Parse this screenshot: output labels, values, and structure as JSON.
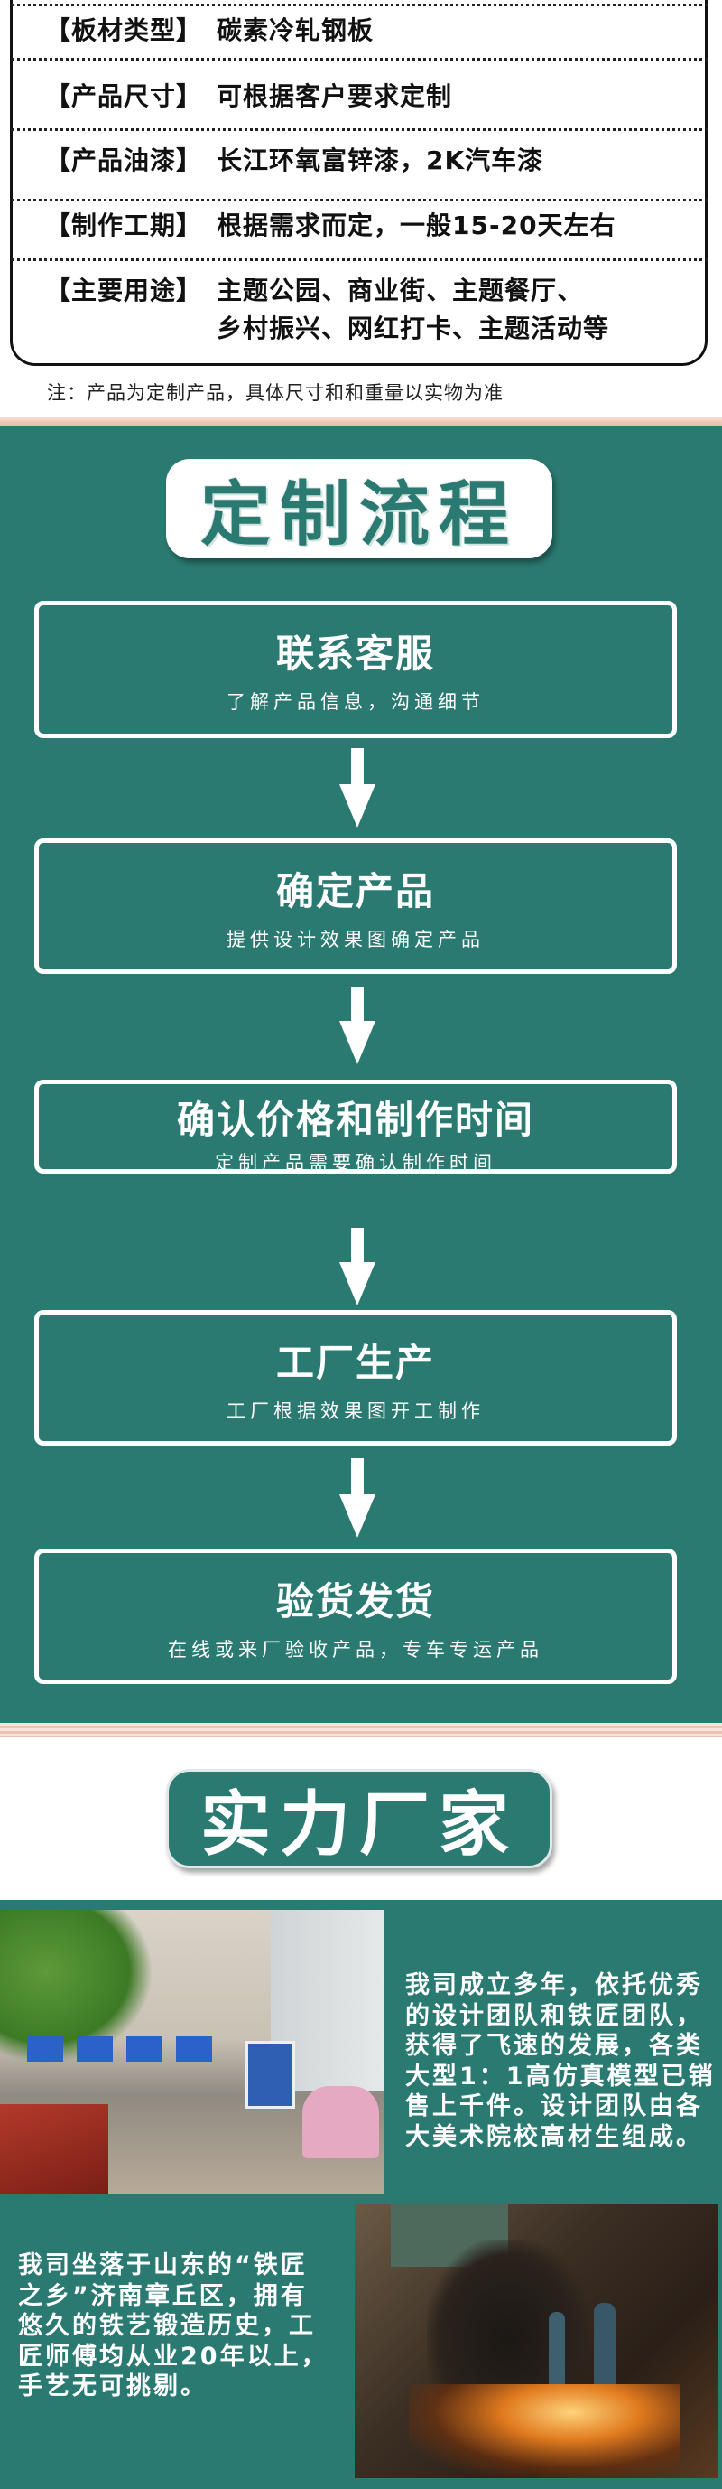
{
  "spec_table": {
    "rows": [
      {
        "label": "【板材类型】",
        "value": "碳素冷轧钢板"
      },
      {
        "label": "【产品尺寸】",
        "value": "可根据客户要求定制"
      },
      {
        "label": "【产品油漆】",
        "value": "长江环氧富锌漆，2K汽车漆"
      },
      {
        "label": "【制作工期】",
        "value": "根据需求而定，一般15-20天左右"
      },
      {
        "label": "【主要用途】",
        "value": "主题公园、商业街、主题餐厅、",
        "value2": "乡村振兴、网红打卡、主题活动等"
      }
    ],
    "note": "注：产品为定制产品，具体尺寸和和重量以实物为准"
  },
  "process": {
    "title": "定制流程",
    "steps": [
      {
        "title": "联系客服",
        "desc": "了解产品信息，沟通细节"
      },
      {
        "title": "确定产品",
        "desc": "提供设计效果图确定产品"
      },
      {
        "title": "确认价格和制作时间",
        "desc": "定制产品需要确认制作时间"
      },
      {
        "title": "工厂生产",
        "desc": "工厂根据效果图开工制作"
      },
      {
        "title": "验货发货",
        "desc": "在线或来厂验收产品，专车专运产品"
      }
    ]
  },
  "factory": {
    "title": "实力厂家",
    "para1": [
      "我司成立多年，依托优秀",
      "的设计团队和铁匠团队，",
      "获得了飞速的发展，各类",
      "大型1：1高仿真模型已销",
      "售上千件。设计团队由各",
      "大美术院校高材生组成。"
    ],
    "para2": [
      "我司坐落于山东的“铁匠",
      "之乡”济南章丘区，拥有",
      "悠久的铁艺锻造历史，工",
      "匠师傅均从业20年以上，",
      "手艺无可挑剔。"
    ]
  },
  "colors": {
    "green": "#2a7a72",
    "pink": "#f2cdbf"
  }
}
